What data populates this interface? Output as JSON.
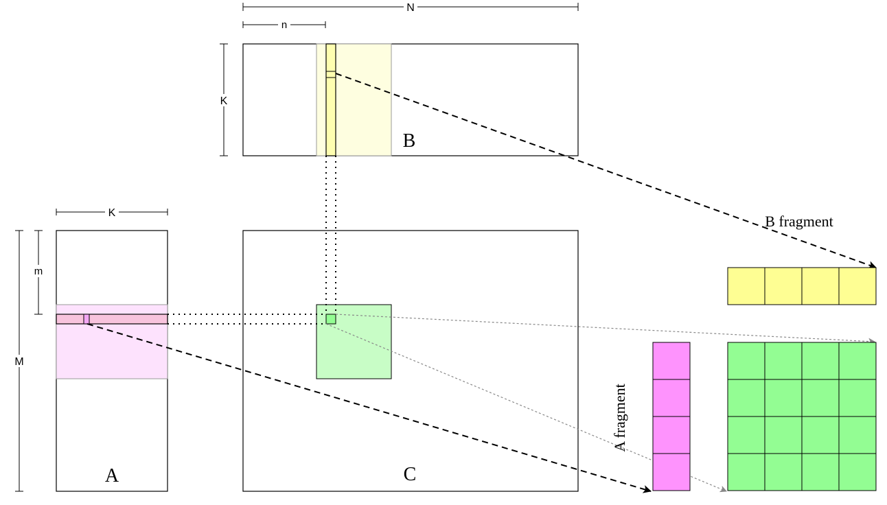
{
  "labels": {
    "matrix_a": "A",
    "matrix_b": "B",
    "matrix_c": "C",
    "a_fragment": "A fragment",
    "b_fragment": "B fragment"
  },
  "dimensions": {
    "top_n": "N",
    "top_small_n": "n",
    "b_k": "K",
    "a_k": "K",
    "a_small_m": "m",
    "a_m": "M"
  },
  "colors": {
    "a_highlight": "#fde2fd",
    "a_row": "#f8c3dd",
    "a_fragment": "#fe93fd",
    "b_highlight": "#fefee0",
    "b_col": "#fefeb0",
    "b_fragment": "#fefe93",
    "c_highlight": "#c8fdc6",
    "c_fragment": "#93fd93"
  }
}
